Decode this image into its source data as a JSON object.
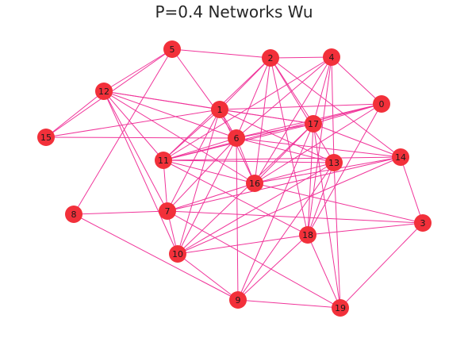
{
  "title": "P=0.4 Networks Wu",
  "colors": {
    "edge": "#f0359a",
    "node": "#f2303a",
    "label": "#1a1a1a",
    "background": "#ffffff"
  },
  "nodes": [
    {
      "id": "0",
      "label": "0"
    },
    {
      "id": "1",
      "label": "1"
    },
    {
      "id": "2",
      "label": "2"
    },
    {
      "id": "3",
      "label": "3"
    },
    {
      "id": "4",
      "label": "4"
    },
    {
      "id": "5",
      "label": "5"
    },
    {
      "id": "6",
      "label": "6"
    },
    {
      "id": "7",
      "label": "7"
    },
    {
      "id": "8",
      "label": "8"
    },
    {
      "id": "9",
      "label": "9"
    },
    {
      "id": "10",
      "label": "10"
    },
    {
      "id": "11",
      "label": "11"
    },
    {
      "id": "12",
      "label": "12"
    },
    {
      "id": "13",
      "label": "13"
    },
    {
      "id": "14",
      "label": "14"
    },
    {
      "id": "15",
      "label": "15"
    },
    {
      "id": "16",
      "label": "16"
    },
    {
      "id": "17",
      "label": "17"
    },
    {
      "id": "18",
      "label": "18"
    },
    {
      "id": "19",
      "label": "19"
    }
  ],
  "edges": [
    [
      "5",
      "2"
    ],
    [
      "5",
      "12"
    ],
    [
      "5",
      "15"
    ],
    [
      "5",
      "8"
    ],
    [
      "5",
      "6"
    ],
    [
      "2",
      "4"
    ],
    [
      "2",
      "1"
    ],
    [
      "2",
      "6"
    ],
    [
      "2",
      "11"
    ],
    [
      "2",
      "16"
    ],
    [
      "2",
      "17"
    ],
    [
      "2",
      "13"
    ],
    [
      "2",
      "14"
    ],
    [
      "4",
      "17"
    ],
    [
      "4",
      "6"
    ],
    [
      "4",
      "16"
    ],
    [
      "4",
      "13"
    ],
    [
      "4",
      "18"
    ],
    [
      "4",
      "0"
    ],
    [
      "4",
      "11"
    ],
    [
      "12",
      "15"
    ],
    [
      "12",
      "1"
    ],
    [
      "12",
      "17"
    ],
    [
      "12",
      "6"
    ],
    [
      "12",
      "7"
    ],
    [
      "12",
      "10"
    ],
    [
      "12",
      "11"
    ],
    [
      "12",
      "16"
    ],
    [
      "15",
      "1"
    ],
    [
      "15",
      "6"
    ],
    [
      "1",
      "0"
    ],
    [
      "1",
      "17"
    ],
    [
      "1",
      "6"
    ],
    [
      "1",
      "11"
    ],
    [
      "1",
      "7"
    ],
    [
      "1",
      "10"
    ],
    [
      "1",
      "16"
    ],
    [
      "1",
      "13"
    ],
    [
      "0",
      "17"
    ],
    [
      "0",
      "11"
    ],
    [
      "0",
      "16"
    ],
    [
      "0",
      "18"
    ],
    [
      "0",
      "6"
    ],
    [
      "17",
      "6"
    ],
    [
      "17",
      "11"
    ],
    [
      "17",
      "16"
    ],
    [
      "17",
      "18"
    ],
    [
      "17",
      "19"
    ],
    [
      "17",
      "10"
    ],
    [
      "17",
      "14"
    ],
    [
      "6",
      "11"
    ],
    [
      "6",
      "16"
    ],
    [
      "6",
      "13"
    ],
    [
      "6",
      "14"
    ],
    [
      "6",
      "10"
    ],
    [
      "6",
      "7"
    ],
    [
      "6",
      "9"
    ],
    [
      "11",
      "13"
    ],
    [
      "11",
      "16"
    ],
    [
      "11",
      "7"
    ],
    [
      "11",
      "18"
    ],
    [
      "11",
      "14"
    ],
    [
      "13",
      "16"
    ],
    [
      "13",
      "10"
    ],
    [
      "13",
      "19"
    ],
    [
      "13",
      "18"
    ],
    [
      "14",
      "16"
    ],
    [
      "14",
      "3"
    ],
    [
      "14",
      "7"
    ],
    [
      "16",
      "7"
    ],
    [
      "16",
      "3"
    ],
    [
      "8",
      "7"
    ],
    [
      "8",
      "9"
    ],
    [
      "7",
      "10"
    ],
    [
      "7",
      "3"
    ],
    [
      "7",
      "19"
    ],
    [
      "3",
      "18"
    ],
    [
      "3",
      "19"
    ],
    [
      "18",
      "10"
    ],
    [
      "18",
      "9"
    ],
    [
      "18",
      "19"
    ],
    [
      "18",
      "2"
    ],
    [
      "10",
      "9"
    ],
    [
      "10",
      "14"
    ],
    [
      "9",
      "19"
    ],
    [
      "9",
      "17"
    ],
    [
      "9",
      "13"
    ]
  ]
}
